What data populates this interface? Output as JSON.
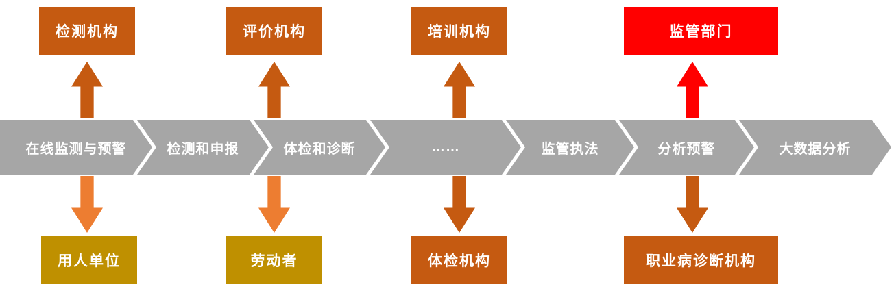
{
  "diagram": {
    "top_boxes": [
      {
        "label": "检测机构",
        "color": "#C55A11"
      },
      {
        "label": "评价机构",
        "color": "#C55A11"
      },
      {
        "label": "培训机构",
        "color": "#C55A11"
      },
      {
        "label": "监管部门",
        "color": "#FF0000"
      }
    ],
    "band": {
      "color": "#A6A6A6",
      "segments": [
        {
          "label": "在线监测与预警"
        },
        {
          "label": "检测和申报"
        },
        {
          "label": "体检和诊断"
        },
        {
          "label": "……"
        },
        {
          "label": "监管执法"
        },
        {
          "label": "分析预警"
        },
        {
          "label": "大数据分析"
        }
      ]
    },
    "bottom_boxes": [
      {
        "label": "用人单位",
        "color": "#BF9000"
      },
      {
        "label": "劳动者",
        "color": "#BF9000"
      },
      {
        "label": "体检机构",
        "color": "#C55A11"
      },
      {
        "label": "职业病诊断机构",
        "color": "#C55A11"
      }
    ],
    "arrows": {
      "up": [
        {
          "color": "#C55A11"
        },
        {
          "color": "#C55A11"
        },
        {
          "color": "#C55A11"
        },
        {
          "color": "#FF0000"
        }
      ],
      "down": [
        {
          "color": "#ED7D31"
        },
        {
          "color": "#ED7D31"
        },
        {
          "color": "#C55A11"
        },
        {
          "color": "#C55A11"
        }
      ]
    }
  }
}
